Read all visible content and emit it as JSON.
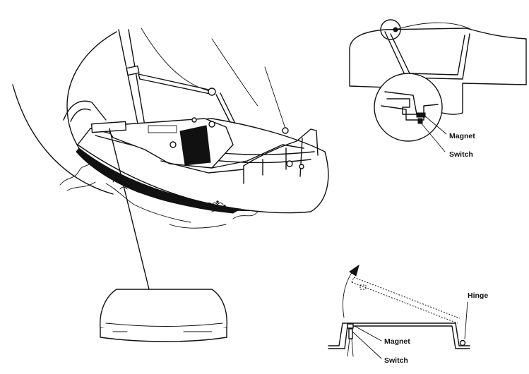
{
  "callouts": {
    "top_detail": {
      "magnet": "Magnet",
      "switch": "Switch"
    },
    "bottom_detail": {
      "hinge": "Hinge",
      "magnet": "Magnet",
      "switch": "Switch"
    }
  }
}
